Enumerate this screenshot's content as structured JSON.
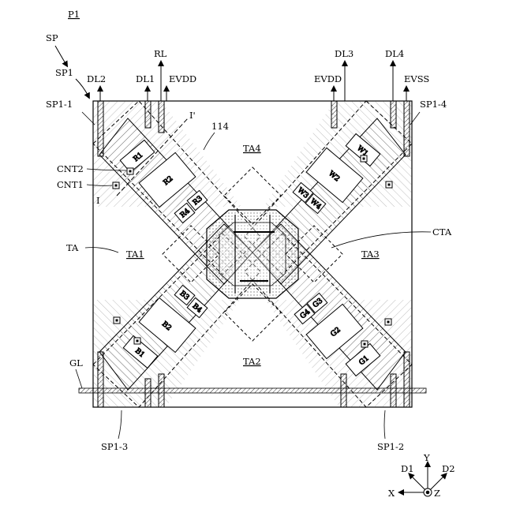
{
  "figure": {
    "title": "P1",
    "ref_sp": "SP",
    "ref_sp1": "SP1",
    "corners": {
      "top_left": "SP1-1",
      "top_right": "SP1-4",
      "bottom_left": "SP1-3",
      "bottom_right": "SP1-2"
    }
  },
  "lines_top": {
    "dl2": "DL2",
    "dl1": "DL1",
    "rl": "RL",
    "evdd_left": "EVDD",
    "evdd_right": "EVDD",
    "dl3": "DL3",
    "dl4": "DL4",
    "evss": "EVSS"
  },
  "section_labels": {
    "cut_end": "I'",
    "cut_start": "I",
    "ref_114": "114"
  },
  "contacts": {
    "cnt2": "CNT2",
    "cnt1": "CNT1"
  },
  "areas": {
    "ta": "TA",
    "ta1": "TA1",
    "ta2": "TA2",
    "ta3": "TA3",
    "ta4": "TA4",
    "cta": "CTA"
  },
  "gate_line": "GL",
  "subpixels": {
    "red": [
      "R1",
      "R2",
      "R3",
      "R4"
    ],
    "white": [
      "W1",
      "W2",
      "W3",
      "W4"
    ],
    "blue": [
      "B1",
      "B2",
      "B3",
      "B4"
    ],
    "green": [
      "G1",
      "G2",
      "G3",
      "G4"
    ]
  },
  "axes": {
    "d1": "D1",
    "y": "Y",
    "d2": "D2",
    "x": "X",
    "z": "Z"
  }
}
